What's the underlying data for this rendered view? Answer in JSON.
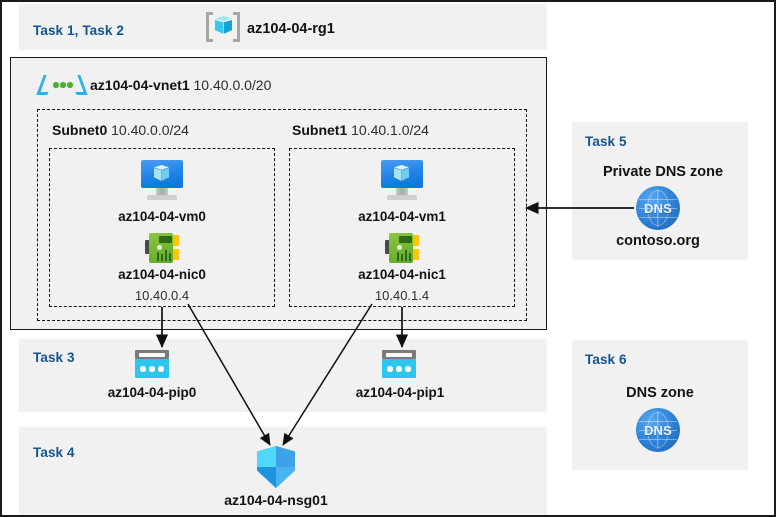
{
  "header": {
    "task_label": "Task 1, Task 2",
    "resource_group_icon": "resource-group-icon",
    "resource_group_name": "az104-04-rg1"
  },
  "vnet": {
    "icon": "virtual-network-icon",
    "name": "az104-04-vnet1",
    "address_space": "10.40.0.0/20",
    "subnets": [
      {
        "name": "Subnet0",
        "cidr": "10.40.0.0/24",
        "vm": {
          "icon": "virtual-machine-icon",
          "name": "az104-04-vm0"
        },
        "nic": {
          "icon": "network-interface-icon",
          "name": "az104-04-nic0",
          "private_ip": "10.40.0.4"
        }
      },
      {
        "name": "Subnet1",
        "cidr": "10.40.1.0/24",
        "vm": {
          "icon": "virtual-machine-icon",
          "name": "az104-04-vm1"
        },
        "nic": {
          "icon": "network-interface-icon",
          "name": "az104-04-nic1",
          "private_ip": "10.40.1.4"
        }
      }
    ]
  },
  "task3": {
    "task_label": "Task 3",
    "pip0": {
      "icon": "public-ip-address-icon",
      "name": "az104-04-pip0"
    },
    "pip1": {
      "icon": "public-ip-address-icon",
      "name": "az104-04-pip1"
    }
  },
  "task4": {
    "task_label": "Task 4",
    "nsg": {
      "icon": "network-security-group-icon",
      "name": "az104-04-nsg01"
    }
  },
  "task5": {
    "task_label": "Task 5",
    "title": "Private DNS zone",
    "icon": "dns-zone-icon",
    "icon_text": "DNS",
    "zone_name": "contoso.org"
  },
  "task6": {
    "task_label": "Task 6",
    "title": "DNS zone",
    "icon": "dns-zone-icon",
    "icon_text": "DNS"
  },
  "colors": {
    "task_label": "#14558f",
    "panel_background": "#f1f1f1",
    "canvas_background": "#ffffff",
    "border": "#1a1a1a",
    "vm_blue": "#1b82e8",
    "nic_green": "#6fb82f",
    "pip_cyan": "#2fc6ec",
    "nsg_blue": "#1f93e0",
    "dns_blue": "#2b7fd4"
  }
}
